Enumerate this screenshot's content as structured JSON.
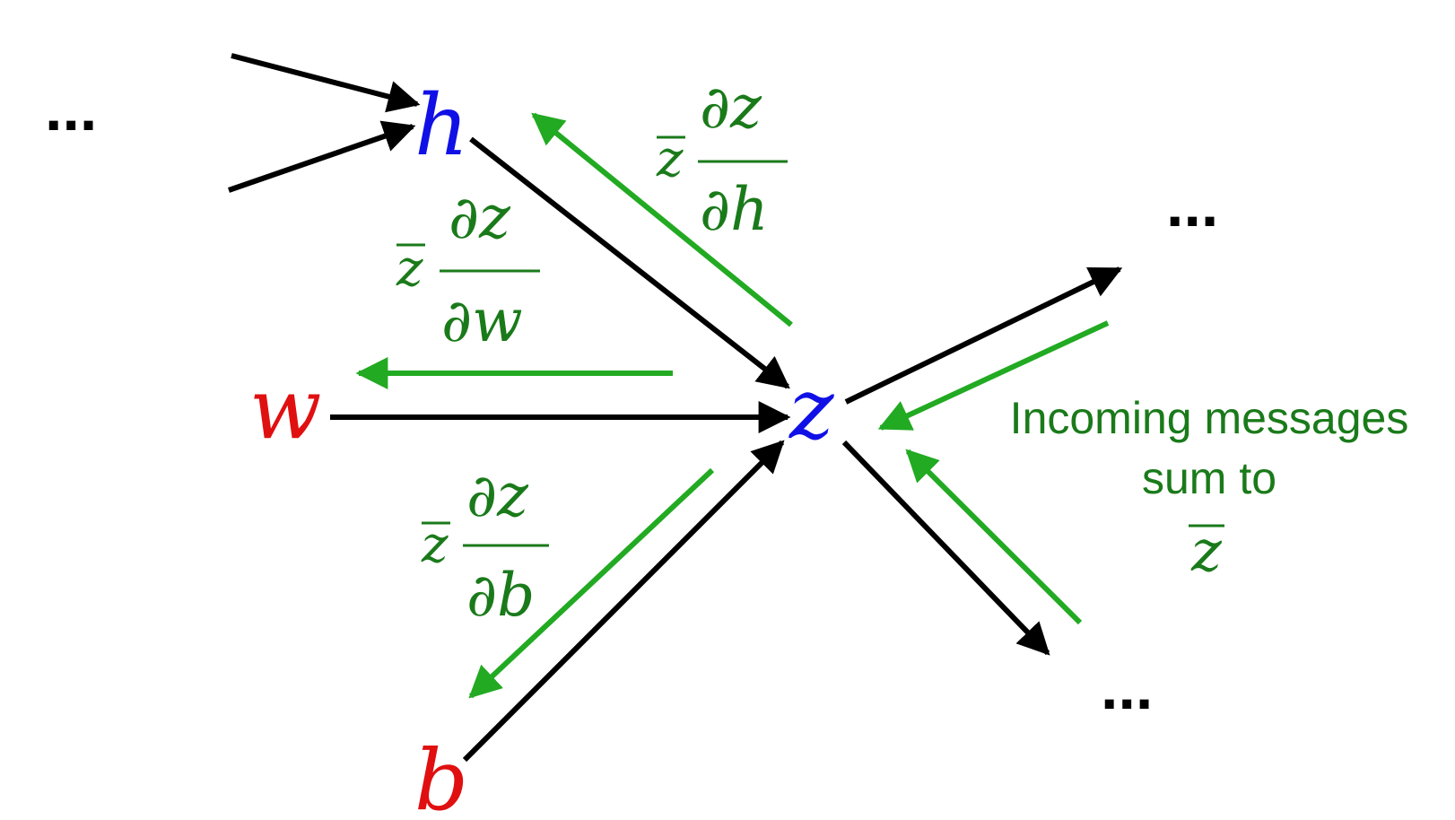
{
  "nodes": {
    "h": {
      "label": "h",
      "color": "#1010e6"
    },
    "w": {
      "label": "w",
      "color": "#e01010"
    },
    "z": {
      "label": "z",
      "color": "#1010e6"
    },
    "b": {
      "label": "b",
      "color": "#e01010"
    }
  },
  "ellipses": {
    "left": "...",
    "top_right": "...",
    "bottom_right": "..."
  },
  "messages": {
    "dz_dh": {
      "zbar": "z",
      "numerator": "∂z",
      "denominator": "∂h"
    },
    "dz_dw": {
      "zbar": "z",
      "numerator": "∂z",
      "denominator": "∂w"
    },
    "dz_db": {
      "zbar": "z",
      "numerator": "∂z",
      "denominator": "∂b"
    }
  },
  "note": {
    "line1": "Incoming messages",
    "line2": "sum to",
    "zbar": "z"
  },
  "colors": {
    "forward_arrow": "#000000",
    "backward_arrow": "#22aa22",
    "message_text": "#1a7a1a"
  }
}
